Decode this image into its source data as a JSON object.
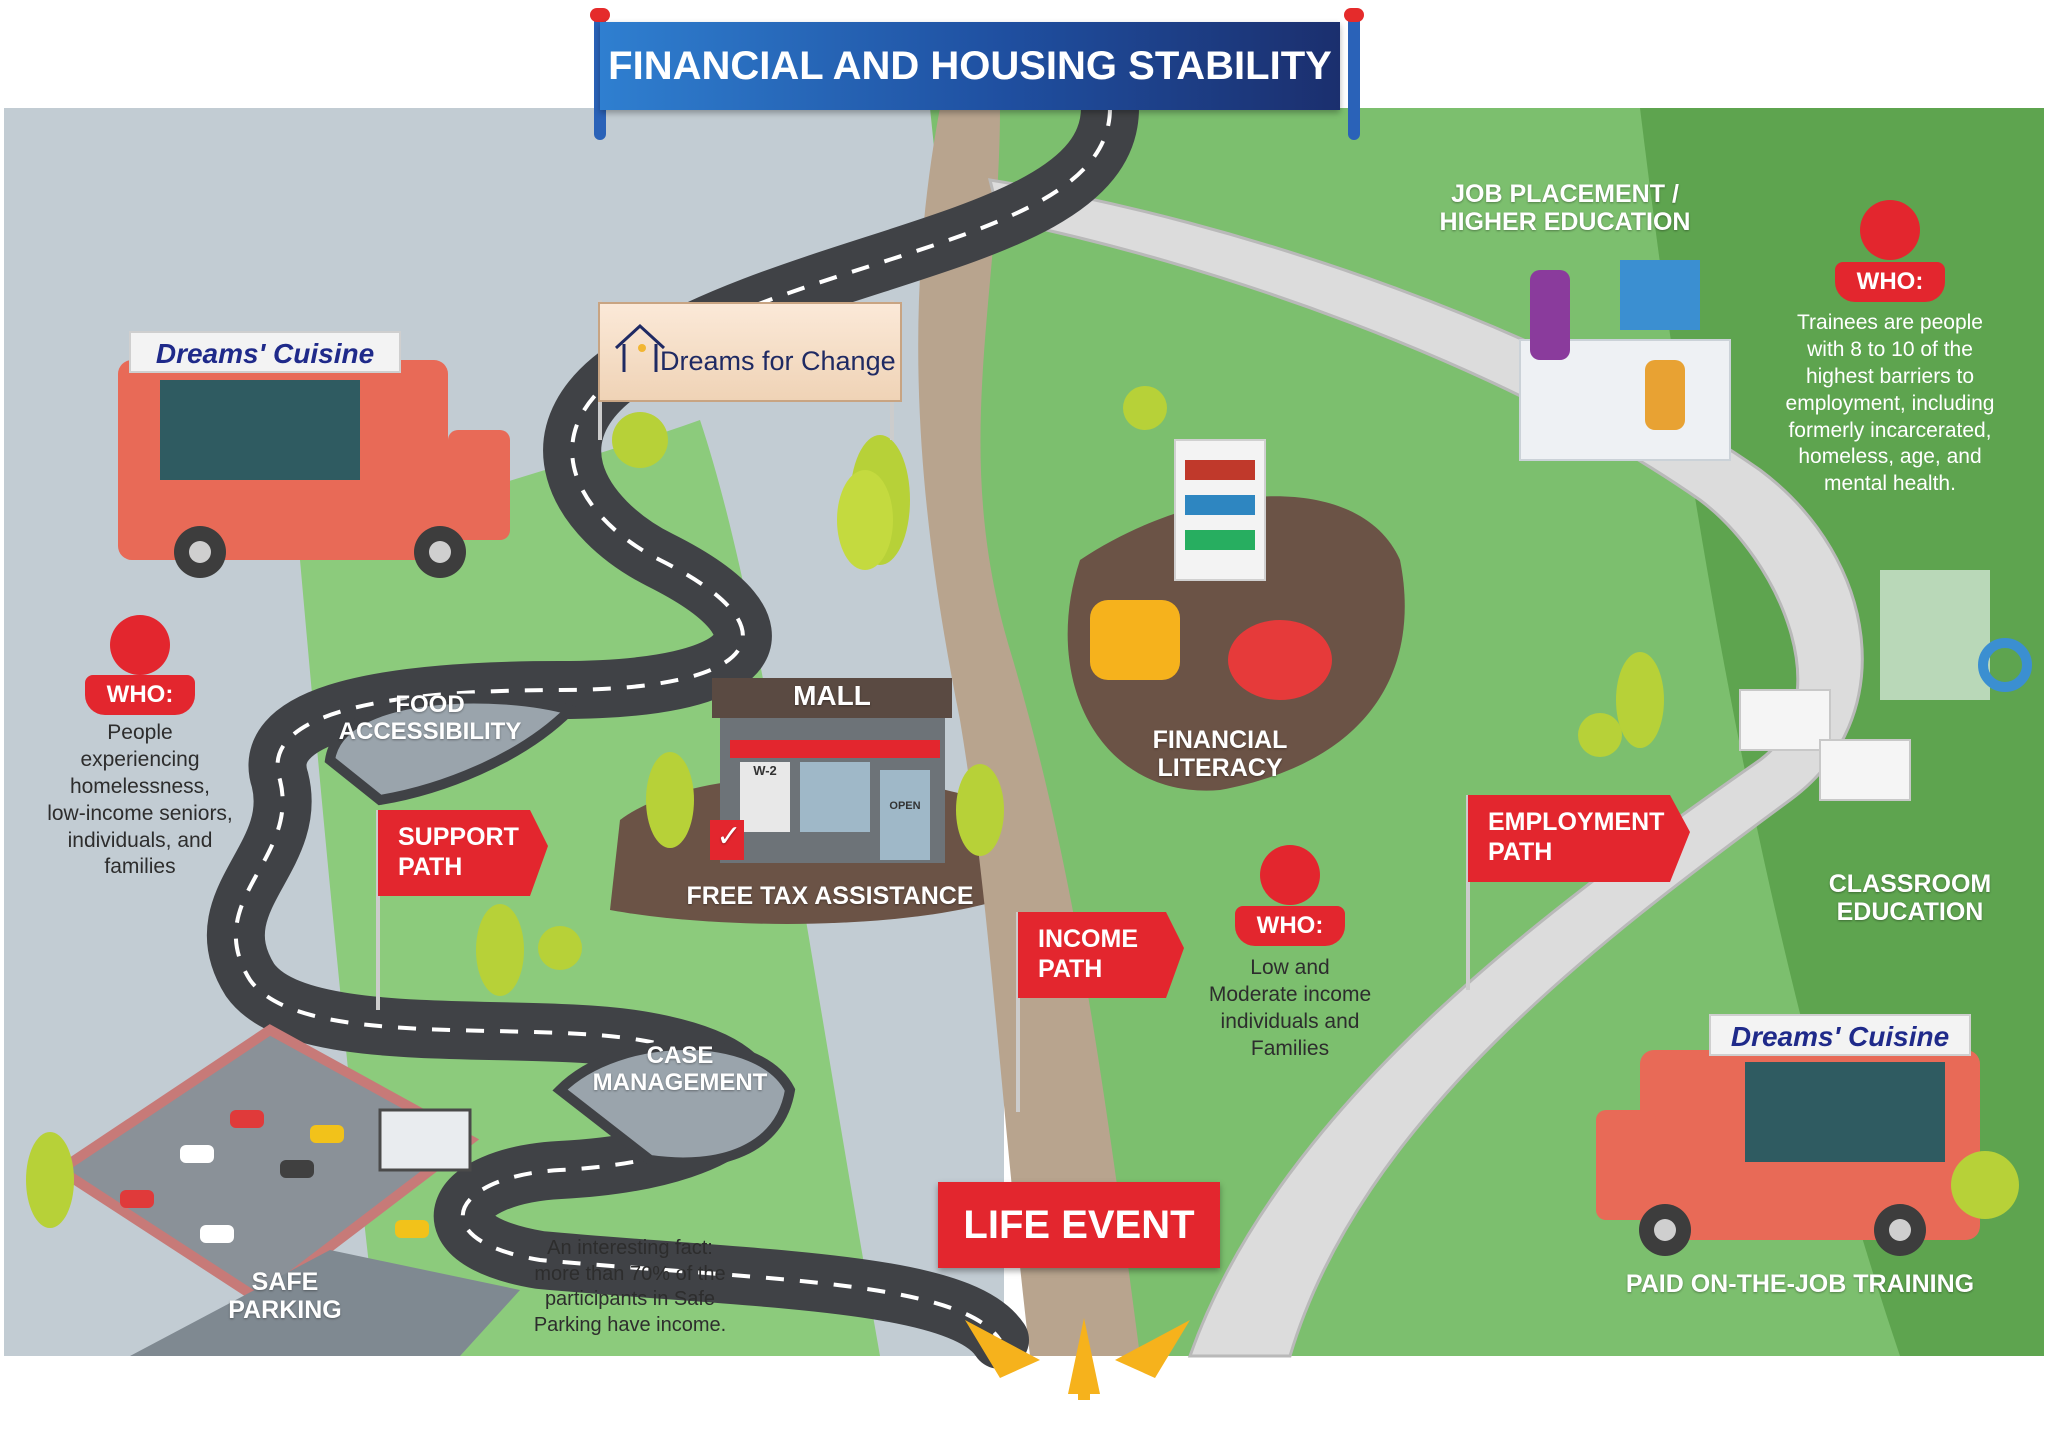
{
  "title": "FINANCIAL AND HOUSING STABILITY",
  "logo_text": "Dreams for Change",
  "truck_brand": "Dreams' Cuisine",
  "life_event": "LIFE EVENT",
  "mall_label": "MALL",
  "w2_label": "W-2",
  "open_label": "OPEN",
  "destinations": {
    "food_accessibility": [
      "FOOD",
      "ACCESSIBILITY"
    ],
    "case_management": [
      "CASE",
      "MANAGEMENT"
    ],
    "safe_parking": [
      "SAFE",
      "PARKING"
    ],
    "free_tax_assistance": "FREE TAX ASSISTANCE",
    "financial_literacy": [
      "FINANCIAL",
      "LITERACY"
    ],
    "job_placement": [
      "JOB PLACEMENT /",
      "HIGHER EDUCATION"
    ],
    "classroom_education": [
      "CLASSROOM",
      "EDUCATION"
    ],
    "paid_training": "PAID ON-THE-JOB TRAINING"
  },
  "paths": {
    "support": [
      "SUPPORT",
      "PATH"
    ],
    "income": [
      "INCOME",
      "PATH"
    ],
    "employment": [
      "EMPLOYMENT",
      "PATH"
    ]
  },
  "who": {
    "label": "WHO:",
    "support": [
      "People",
      "experiencing",
      "homelessness,",
      "low-income seniors,",
      "individuals, and",
      "families"
    ],
    "income": [
      "Low and",
      "Moderate income",
      "individuals and",
      "Families"
    ],
    "employment": [
      "Trainees are people",
      "with 8 to 10 of the",
      "highest barriers to",
      "employment, including",
      "formerly incarcerated,",
      "homeless, age, and",
      "mental health."
    ]
  },
  "fact": [
    "An interesting fact:",
    "more than 70% of the",
    "participants in Safe",
    "Parking have income."
  ],
  "colors": {
    "title_blue": "#1f4fa0",
    "flag_red": "#e3262e",
    "grass_green": "#7cbf6e",
    "gray_zone": "#c2ccd3",
    "road": "#404246"
  }
}
